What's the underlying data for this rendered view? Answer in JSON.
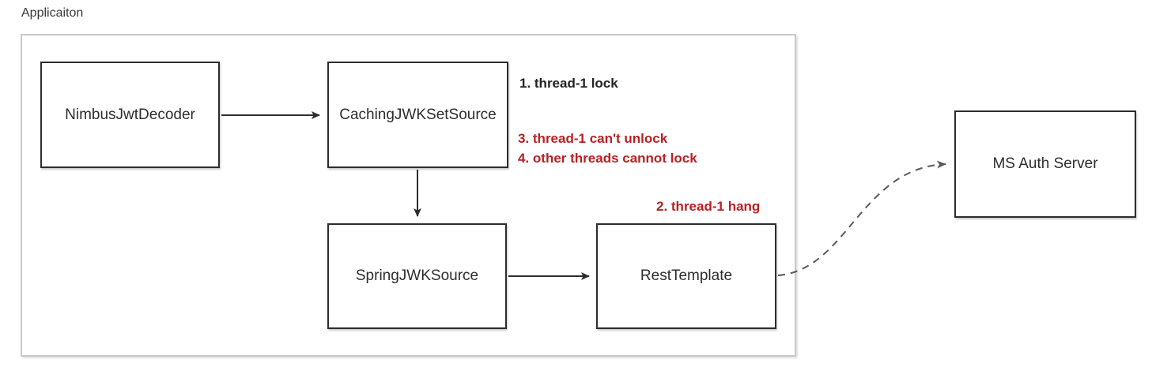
{
  "title": "Applicaiton",
  "nodes": {
    "nimbus": {
      "label": "NimbusJwtDecoder"
    },
    "caching": {
      "label": "CachingJWKSetSource"
    },
    "spring": {
      "label": "SpringJWKSource"
    },
    "rest": {
      "label": "RestTemplate"
    },
    "ms_auth": {
      "label": "MS Auth Server"
    }
  },
  "annotations": {
    "step1": {
      "label": "1. thread-1 lock"
    },
    "step2": {
      "label": "2. thread-1 hang"
    },
    "step3": {
      "label": "3. thread-1 can't unlock"
    },
    "step4": {
      "label": "4. other threads cannot lock"
    }
  },
  "edges": [
    {
      "from": "NimbusJwtDecoder",
      "to": "CachingJWKSetSource",
      "style": "solid-arrow"
    },
    {
      "from": "CachingJWKSetSource",
      "to": "SpringJWKSource",
      "style": "solid-arrow"
    },
    {
      "from": "SpringJWKSource",
      "to": "RestTemplate",
      "style": "solid-arrow"
    },
    {
      "from": "RestTemplate",
      "to": "MS Auth Server",
      "style": "dashed-curved-arrow"
    }
  ],
  "colors": {
    "annotation_red": "#b92025",
    "annotation_black": "#222222",
    "node_border": "#2d2d2d",
    "container_border": "#c9c9c9",
    "solid_arrow": "#2d2d2d",
    "dashed_arrow": "#595959"
  }
}
